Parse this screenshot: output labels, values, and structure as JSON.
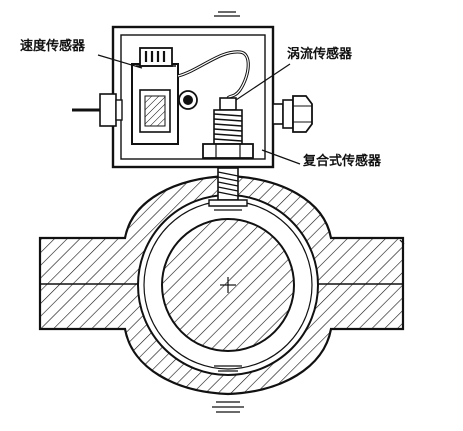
{
  "labels": {
    "speed_sensor": "速度传感器",
    "eddy_sensor": "涡流传感器",
    "composite_sensor": "复合式传感器"
  },
  "colors": {
    "ink": "#111111",
    "background": "#ffffff"
  }
}
